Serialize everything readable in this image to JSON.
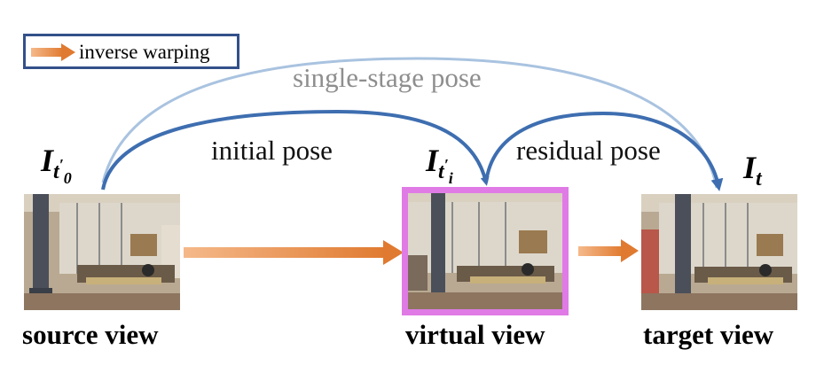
{
  "legend": {
    "label": "inverse warping",
    "arrow_color": "#ee9a5a"
  },
  "poses": {
    "single_stage": "single-stage pose",
    "initial": "initial pose",
    "residual": "residual pose"
  },
  "symbols": {
    "source": {
      "base": "I",
      "sub": "t",
      "sup": "′",
      "subsub": "0"
    },
    "virtual": {
      "base": "I",
      "sub": "t",
      "sup": "′",
      "subsub": "i"
    },
    "target": {
      "base": "I",
      "sub": "t"
    }
  },
  "captions": {
    "source": "source view",
    "virtual": "virtual view",
    "target": "target view"
  },
  "colors": {
    "main_arc": "#3e6eb0",
    "single_stage_arc": "#a9c3e0",
    "warp_arrow": "#e8904c",
    "virtual_frame": "#e07be6"
  }
}
